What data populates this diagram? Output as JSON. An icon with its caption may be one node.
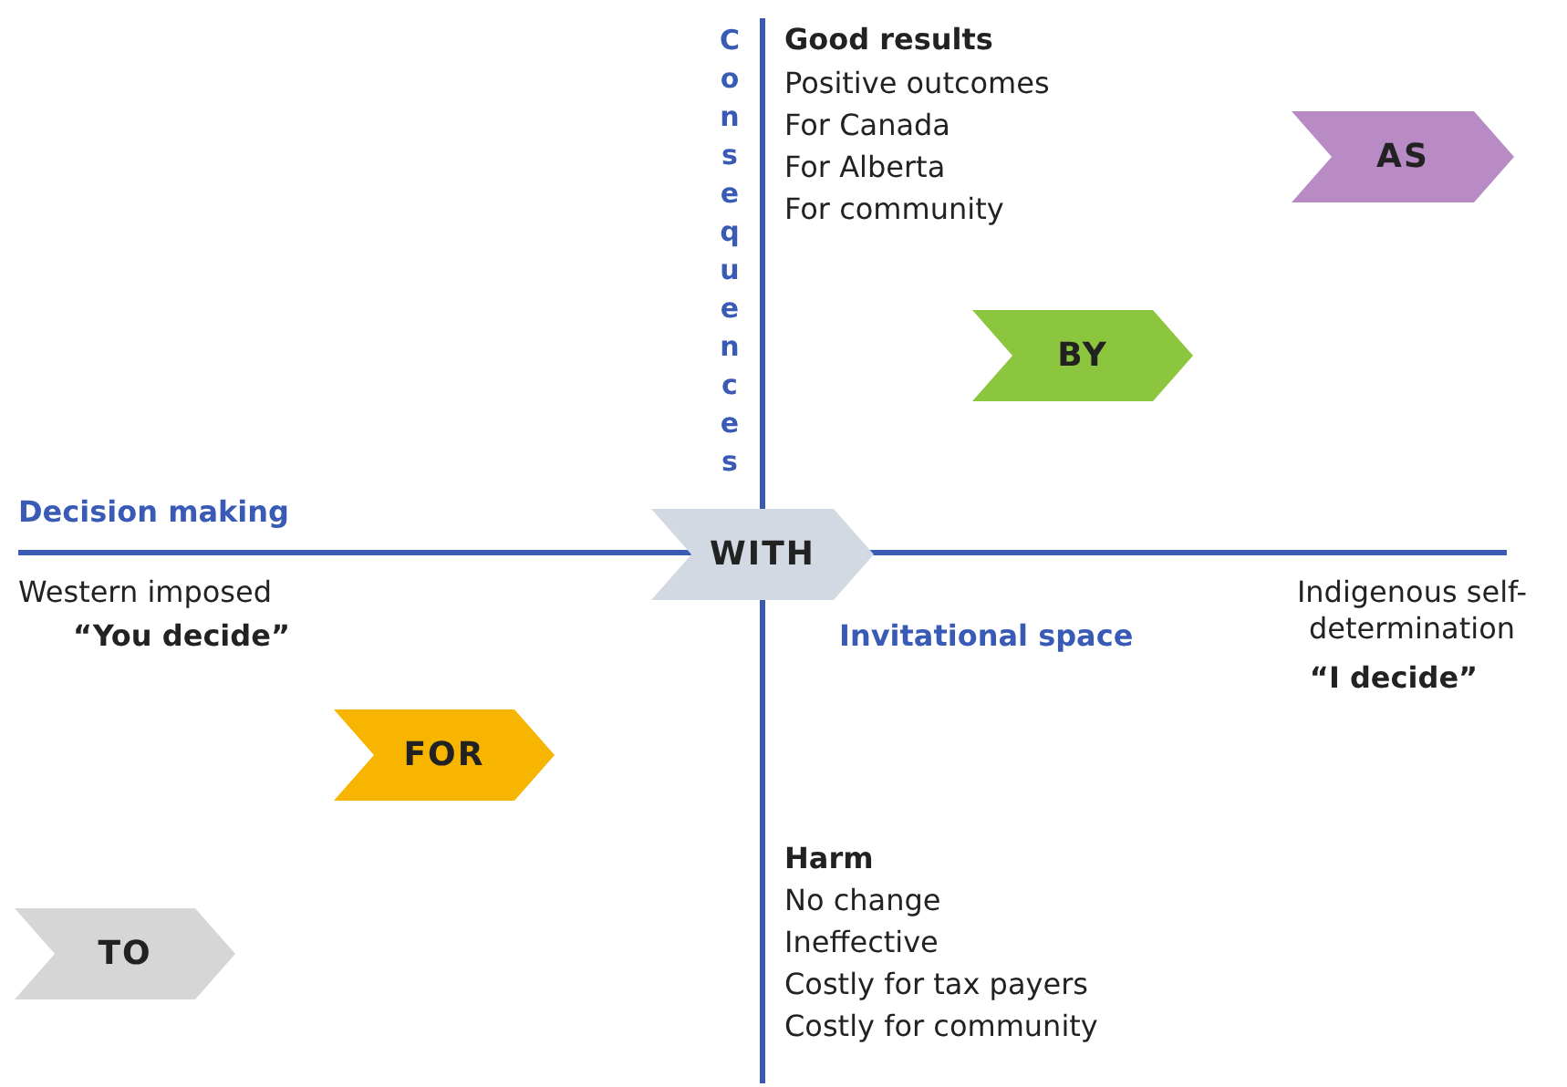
{
  "diagram": {
    "nodes": [
      {
        "text": [
          "AS"
        ]
      },
      {
        "text": [
          "BY"
        ]
      },
      {
        "text": [
          "WITH"
        ]
      },
      {
        "text": [
          "FOR"
        ]
      },
      {
        "text": [
          "TO"
        ]
      }
    ],
    "edges": [],
    "labels": [
      "Consequences",
      "Good results",
      "Positive outcomes",
      "For Canada",
      "For Alberta",
      "For community",
      "Decision making",
      "Western imposed",
      "“You decide”",
      "Invitational space",
      "Indigenous self-determination",
      "“I decide”",
      "Harm",
      "No change",
      "Ineffective",
      "Costly for tax payers",
      "Costly for community"
    ]
  }
}
